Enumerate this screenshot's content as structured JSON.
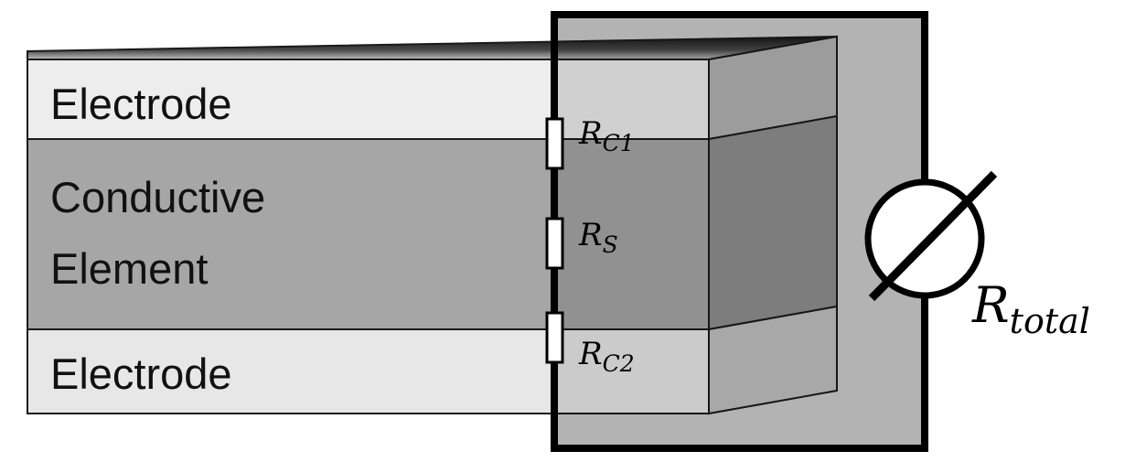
{
  "diagram": {
    "layers": {
      "electrode_top": "Electrode",
      "conductive_line1": "Conductive",
      "conductive_line2": "Element",
      "electrode_bottom": "Electrode"
    },
    "resistors": {
      "contact1": {
        "symbol": "R",
        "subscript": "C1"
      },
      "sheet": {
        "symbol": "R",
        "subscript": "S"
      },
      "contact2": {
        "symbol": "R",
        "subscript": "C2"
      },
      "total": {
        "symbol": "R",
        "subscript": "total"
      }
    },
    "colors": {
      "electrode_top_front": "#ededed",
      "conductive_front": "#a6a6a6",
      "electrode_bottom_front": "#e7e7e7",
      "electrode_top_side": "#b2b2b2",
      "conductive_side": "#8f8f8f",
      "electrode_bottom_side": "#c0c0c0",
      "box_fill": "#cccccc",
      "outline": "#1a1a1a",
      "wire": "#000000"
    }
  }
}
